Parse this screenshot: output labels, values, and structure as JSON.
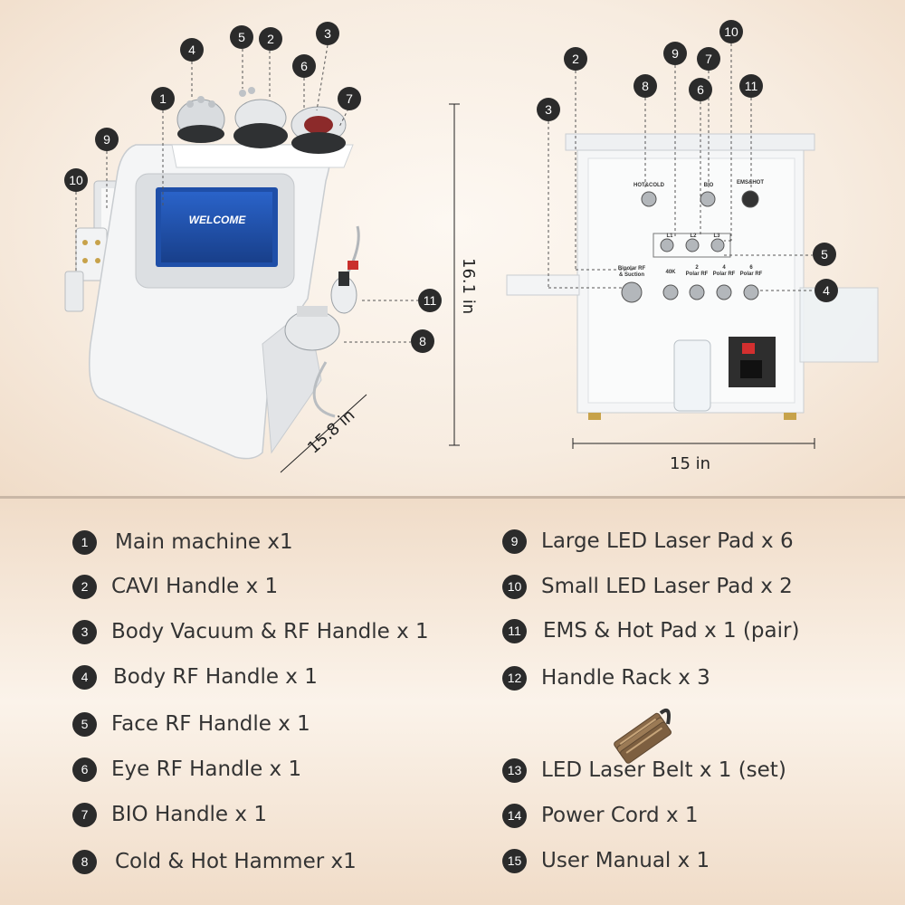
{
  "dimensions": {
    "height": "16.1 in",
    "depth": "15.8 in",
    "width": "15 in"
  },
  "screen": {
    "text": "WELCOME"
  },
  "panel_labels": {
    "hotcold": "HOT&COLD",
    "bio": "BIO",
    "emshot": "EMS&HOT",
    "l1": "L1",
    "l2": "L2",
    "l3": "L3",
    "bipolar": "Bipolar RF",
    "suction": "& Suction",
    "p40k": "40K",
    "p2": "2",
    "polar2": "Polar RF",
    "p4": "4",
    "polar4": "Polar RF",
    "p6": "6",
    "polar6": "Polar RF"
  },
  "callouts_front": [
    "1",
    "2",
    "3",
    "4",
    "5",
    "6",
    "7",
    "8",
    "9",
    "10",
    "11"
  ],
  "callouts_back": [
    "2",
    "3",
    "4",
    "5",
    "7",
    "8",
    "9",
    "10",
    "11"
  ],
  "items_left": [
    {
      "num": "1",
      "text": "Main machine x1"
    },
    {
      "num": "2",
      "text": "CAVI Handle x 1"
    },
    {
      "num": "3",
      "text": "Body Vacuum & RF Handle x 1"
    },
    {
      "num": "4",
      "text": "Body RF Handle x 1"
    },
    {
      "num": "5",
      "text": "Face RF Handle x 1"
    },
    {
      "num": "6",
      "text": "Eye RF Handle x 1"
    },
    {
      "num": "7",
      "text": "BIO Handle x 1"
    },
    {
      "num": "8",
      "text": "Cold & Hot Hammer x1"
    }
  ],
  "items_right": [
    {
      "num": "9",
      "text": "Large LED Laser Pad x 6"
    },
    {
      "num": "10",
      "text": "Small LED Laser Pad x 2"
    },
    {
      "num": "11",
      "text": "EMS & Hot Pad x 1 (pair)"
    },
    {
      "num": "12",
      "text": "Handle Rack x 3"
    },
    {
      "num": "13",
      "text": "LED Laser Belt x 1 (set)"
    },
    {
      "num": "14",
      "text": "Power Cord x 1"
    },
    {
      "num": "15",
      "text": "User Manual x 1"
    }
  ],
  "colors": {
    "badge": "#2b2b2b",
    "machine": "#f4f5f6",
    "screen": "#1f4fa8",
    "belt": "#8a6a48"
  }
}
